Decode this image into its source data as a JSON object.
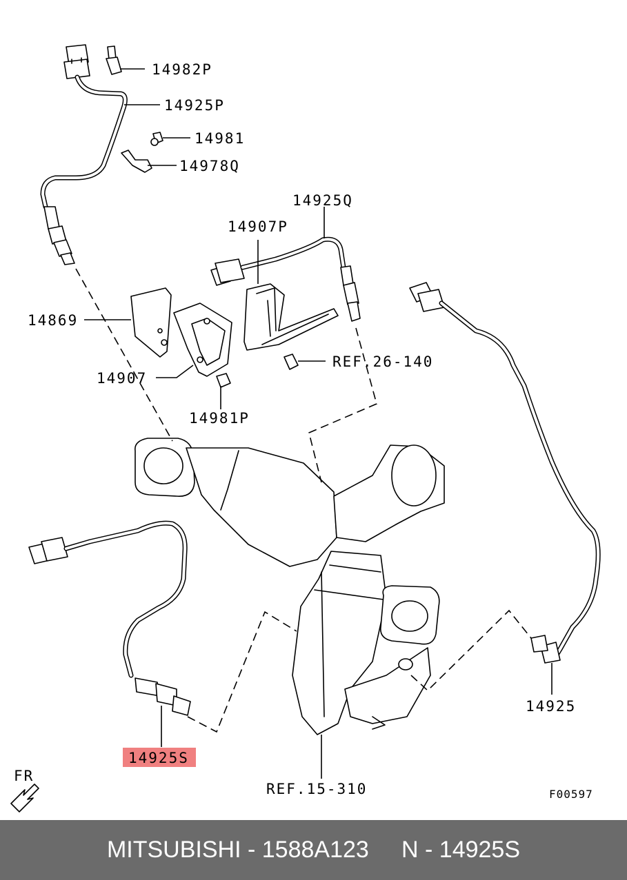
{
  "parts": {
    "p14982P": "14982P",
    "p14925P": "14925P",
    "p14981": "14981",
    "p14978Q": "14978Q",
    "p14925Q": "14925Q",
    "p14907P": "14907P",
    "p14869": "14869",
    "ref26": "REF.26-140",
    "p14907": "14907",
    "p14981P": "14981P",
    "p14925": "14925",
    "p14925S": "14925S",
    "ref15": "REF.15-310"
  },
  "direction_label": "FR",
  "figure_code": "F00597",
  "highlight_color": "#f08080",
  "footer": {
    "text": "MITSUBISHI - 1588A123     N - 14925S"
  }
}
